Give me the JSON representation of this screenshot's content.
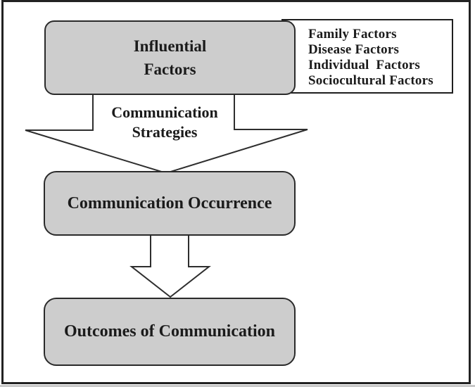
{
  "figure": {
    "kind": "flow-diagram",
    "colors": {
      "background": "#ffffff",
      "frame": "#222222",
      "box_fill": "#cdcdcd",
      "box_border": "#2a2a2a",
      "arrow_outline": "#2e2e2e",
      "text": "#1b1b1b"
    }
  },
  "influential_box": {
    "line1": "Influential",
    "line2": "Factors"
  },
  "factors_box": {
    "items": [
      "Family Factors",
      "Disease Factors",
      "Individual  Factors",
      "Sociocultural Factors"
    ]
  },
  "funnel_arrow_label": {
    "line1": "Communication",
    "line2": "Strategies"
  },
  "occurrence_box": {
    "label": "Communication Occurrence"
  },
  "outcomes_box": {
    "label": "Outcomes of Communication"
  }
}
